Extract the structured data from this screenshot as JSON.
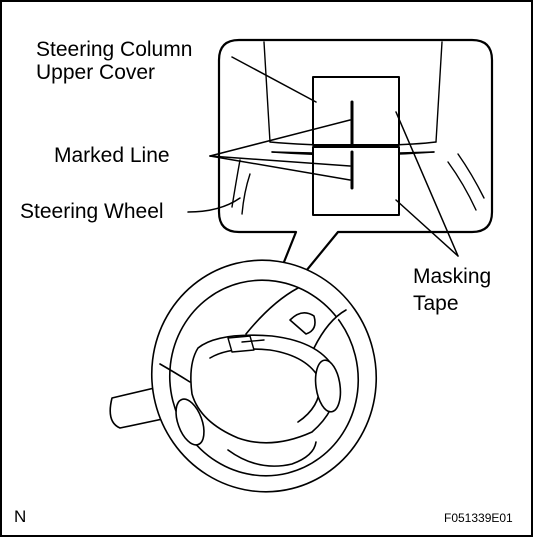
{
  "figure": {
    "callouts": {
      "steering_column_upper_cover": [
        "Steering Column",
        "Upper Cover"
      ],
      "marked_line": "Marked Line",
      "steering_wheel": "Steering Wheel",
      "masking_tape": [
        "Masking",
        "Tape"
      ]
    },
    "corner_mark": "N",
    "figure_id": "F051339E01"
  }
}
